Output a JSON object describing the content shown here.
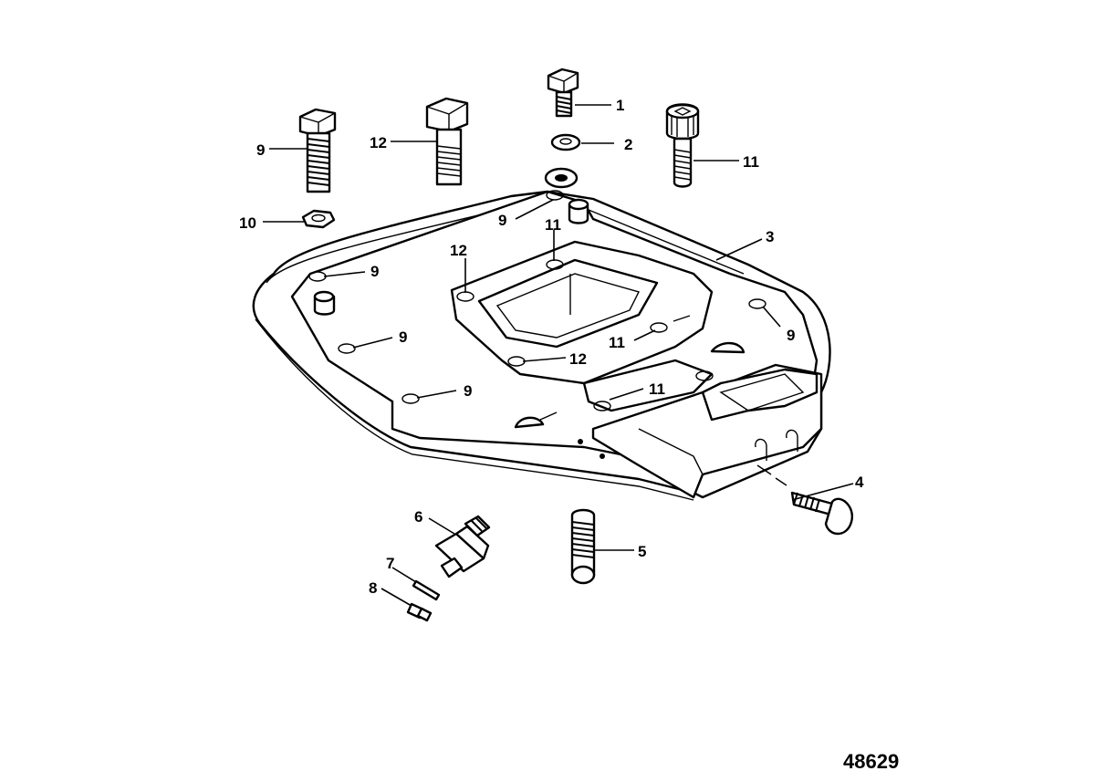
{
  "figure_id": "48629",
  "callouts": {
    "c1": "1",
    "c2": "2",
    "c3": "3",
    "c4": "4",
    "c5": "5",
    "c6": "6",
    "c7": "7",
    "c8": "8",
    "c9a": "9",
    "c9b": "9",
    "c9c": "9",
    "c9d": "9",
    "c9e": "9",
    "c9f": "9",
    "c10": "10",
    "c11a": "11",
    "c11b": "11",
    "c11c": "11",
    "c11d": "11",
    "c12a": "12",
    "c12b": "12",
    "c12c": "12"
  }
}
